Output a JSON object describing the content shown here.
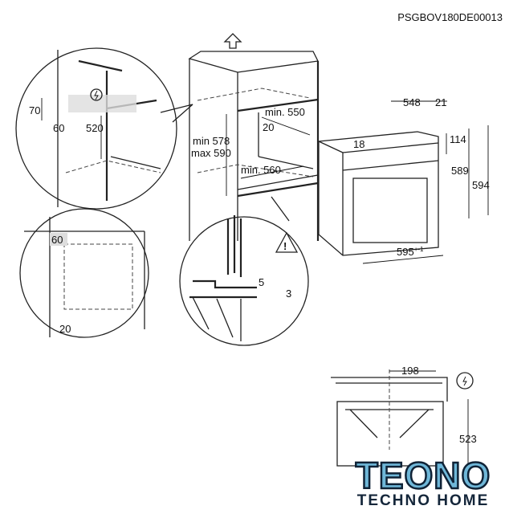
{
  "document_code": "PSGBOV180DE00013",
  "detail_top_left": {
    "dim_a": "70",
    "dim_b": "60",
    "dim_c": "520",
    "icon": "electric-connection-icon"
  },
  "cabinet": {
    "height_min": "min 578",
    "height_max": "max 590",
    "depth_min": "min. 550",
    "gap": "20",
    "width_min": "min. 560",
    "icon_top": "arrow-up-icon"
  },
  "oven": {
    "depth": "548",
    "front": "21",
    "top_offset": "18",
    "panel": "114",
    "height_a": "589",
    "height_b": "594",
    "width": "595",
    "width_tol": "+-1"
  },
  "detail_mid_left": {
    "dim_a": "60",
    "dim_b": "20"
  },
  "detail_bottom_center": {
    "dim_a": "5",
    "dim_b": "3",
    "icon": "warning-icon"
  },
  "side_view": {
    "dim_a": "198",
    "dim_b": "523",
    "icon": "electric-connection-icon"
  },
  "logo": {
    "name": "TEONO",
    "tagline": "TECHNO HOME"
  }
}
